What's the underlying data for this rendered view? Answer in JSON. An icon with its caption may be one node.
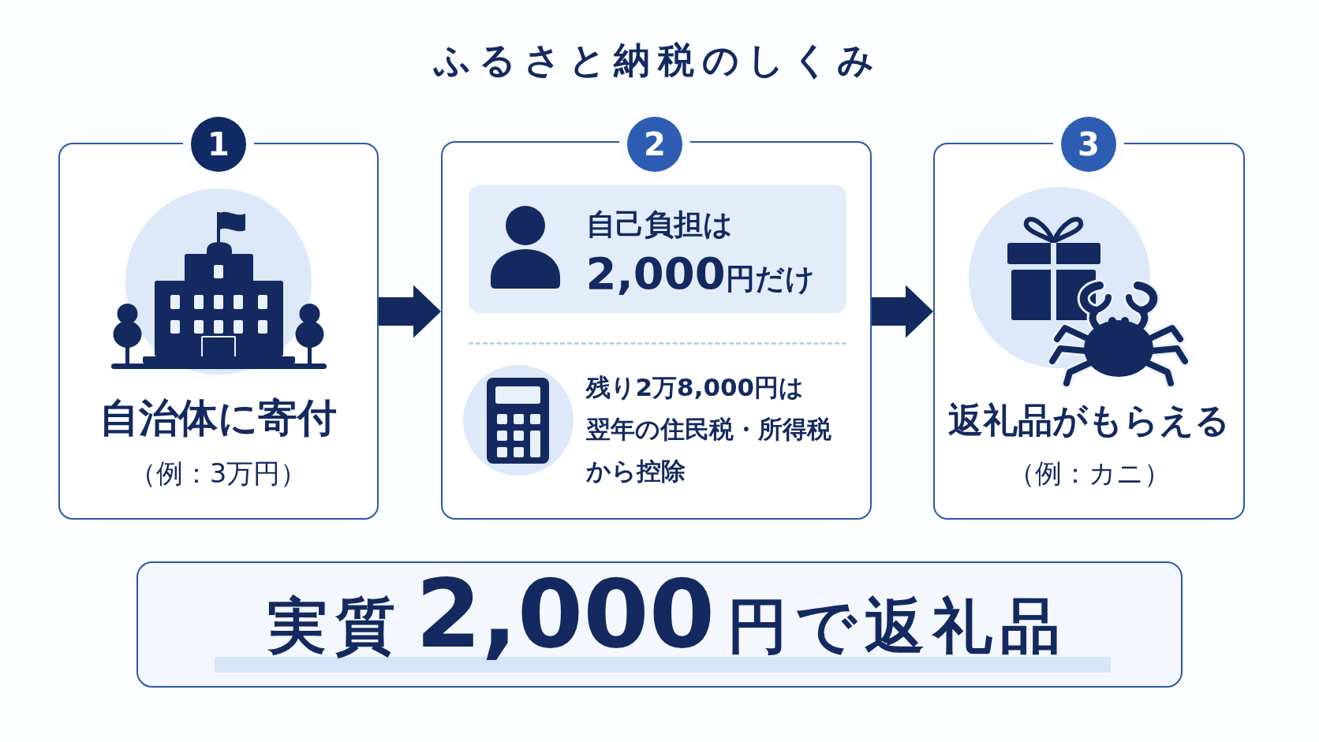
{
  "diagram": {
    "title": "ふるさと納税のしくみ",
    "nodes": [
      {
        "text": [
          "1"
        ]
      },
      {
        "text": [
          "自治体に寄付",
          "（例：3万円）"
        ]
      },
      {
        "text": [
          "2"
        ]
      },
      {
        "text": [
          "残り2万8,000円は翌年の住民税・所得税から控除"
        ]
      },
      {
        "text": [
          "自己負担は2,000円だけ"
        ],
        "in": 3
      },
      {
        "text": [
          "3"
        ]
      },
      {
        "text": [
          "返礼品がもらえる",
          "（例：カニ）"
        ]
      },
      {
        "text": [
          "実質2,000円で返礼品"
        ]
      }
    ],
    "edges": [
      {
        "from": 1,
        "to": 3,
        "arrow": "to"
      },
      {
        "from": 3,
        "to": 6,
        "arrow": "to"
      }
    ]
  }
}
